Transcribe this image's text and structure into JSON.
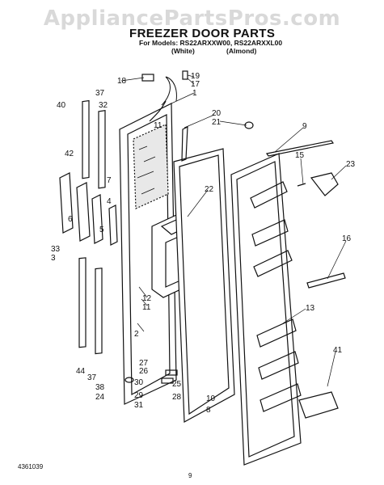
{
  "watermark": "AppliancePartsPros.com",
  "title": "FREEZER DOOR PARTS",
  "models_line": "For Models: RS22ARXXW00, RS22ARXXL00",
  "variant_white": "(White)",
  "variant_almond": "(Almond)",
  "doc_number": "4361039",
  "page_number": "9",
  "callouts": [
    "1",
    "2",
    "3",
    "4",
    "5",
    "6",
    "7",
    "8",
    "9",
    "10",
    "11",
    "11",
    "12",
    "13",
    "15",
    "16",
    "17",
    "18",
    "19",
    "20",
    "21",
    "22",
    "23",
    "24",
    "25",
    "26",
    "27",
    "28",
    "29",
    "30",
    "31",
    "32",
    "33",
    "37",
    "37",
    "38",
    "40",
    "41",
    "42",
    "44"
  ]
}
